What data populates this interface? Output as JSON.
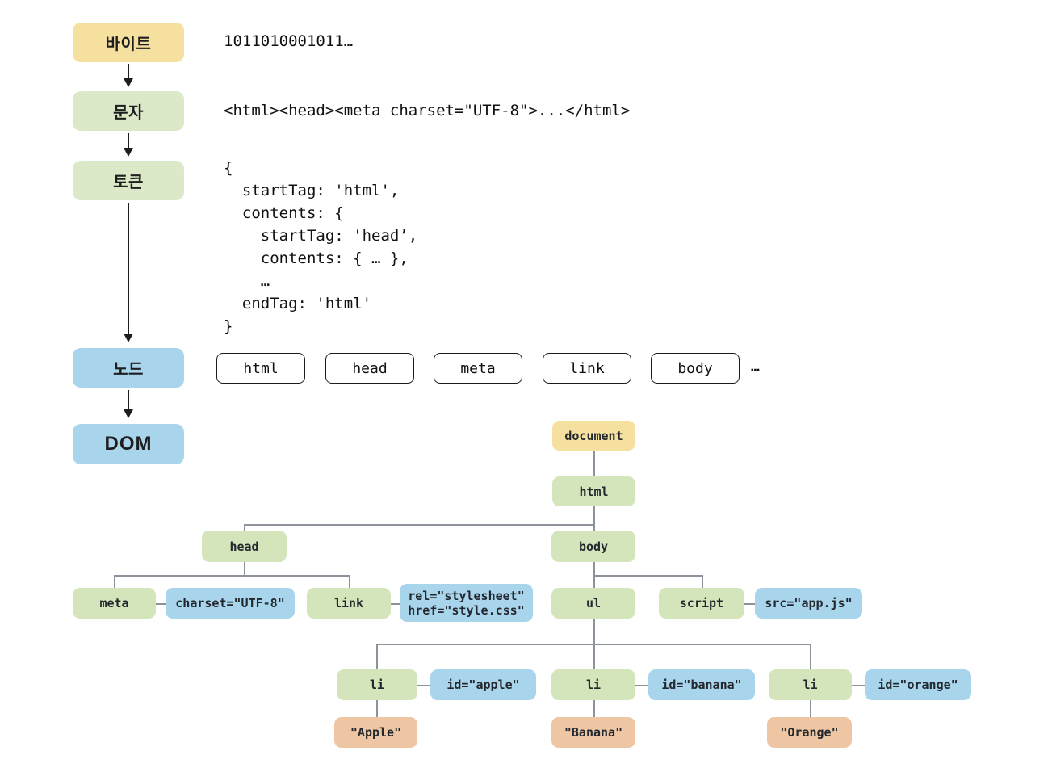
{
  "pipeline": {
    "stages": {
      "bytes": "바이트",
      "chars": "문자",
      "tokens": "토큰",
      "nodes": "노드",
      "dom": "DOM"
    },
    "bytes_example": "1011010001011…",
    "chars_example": "<html><head><meta charset=\"UTF-8\">...</html>",
    "token_lines": [
      "{",
      "  startTag: 'html',",
      "  contents: {",
      "    startTag: 'head’,",
      "    contents: { … },",
      "    …",
      "  endTag: 'html'",
      "}"
    ],
    "node_boxes": [
      "html",
      "head",
      "meta",
      "link",
      "body"
    ],
    "node_ellipsis": "…"
  },
  "dom_tree": {
    "document": "document",
    "html": "html",
    "head": "head",
    "body": "body",
    "meta": "meta",
    "meta_attr": "charset=\"UTF-8\"",
    "link": "link",
    "link_attr_1": "rel=\"stylesheet\"",
    "link_attr_2": "href=\"style.css\"",
    "ul": "ul",
    "script": "script",
    "script_attr": "src=\"app.js\"",
    "li_1": "li",
    "li_1_attr": "id=\"apple\"",
    "li_1_text": "\"Apple\"",
    "li_2": "li",
    "li_2_attr": "id=\"banana\"",
    "li_2_text": "\"Banana\"",
    "li_3": "li",
    "li_3_attr": "id=\"orange\"",
    "li_3_text": "\"Orange\""
  },
  "colors": {
    "yellow": "#f6e0a0",
    "green": "#d5e5bb",
    "green_soft": "#dbe9c8",
    "blue": "#a9d5ec",
    "orange": "#eec6a4"
  }
}
